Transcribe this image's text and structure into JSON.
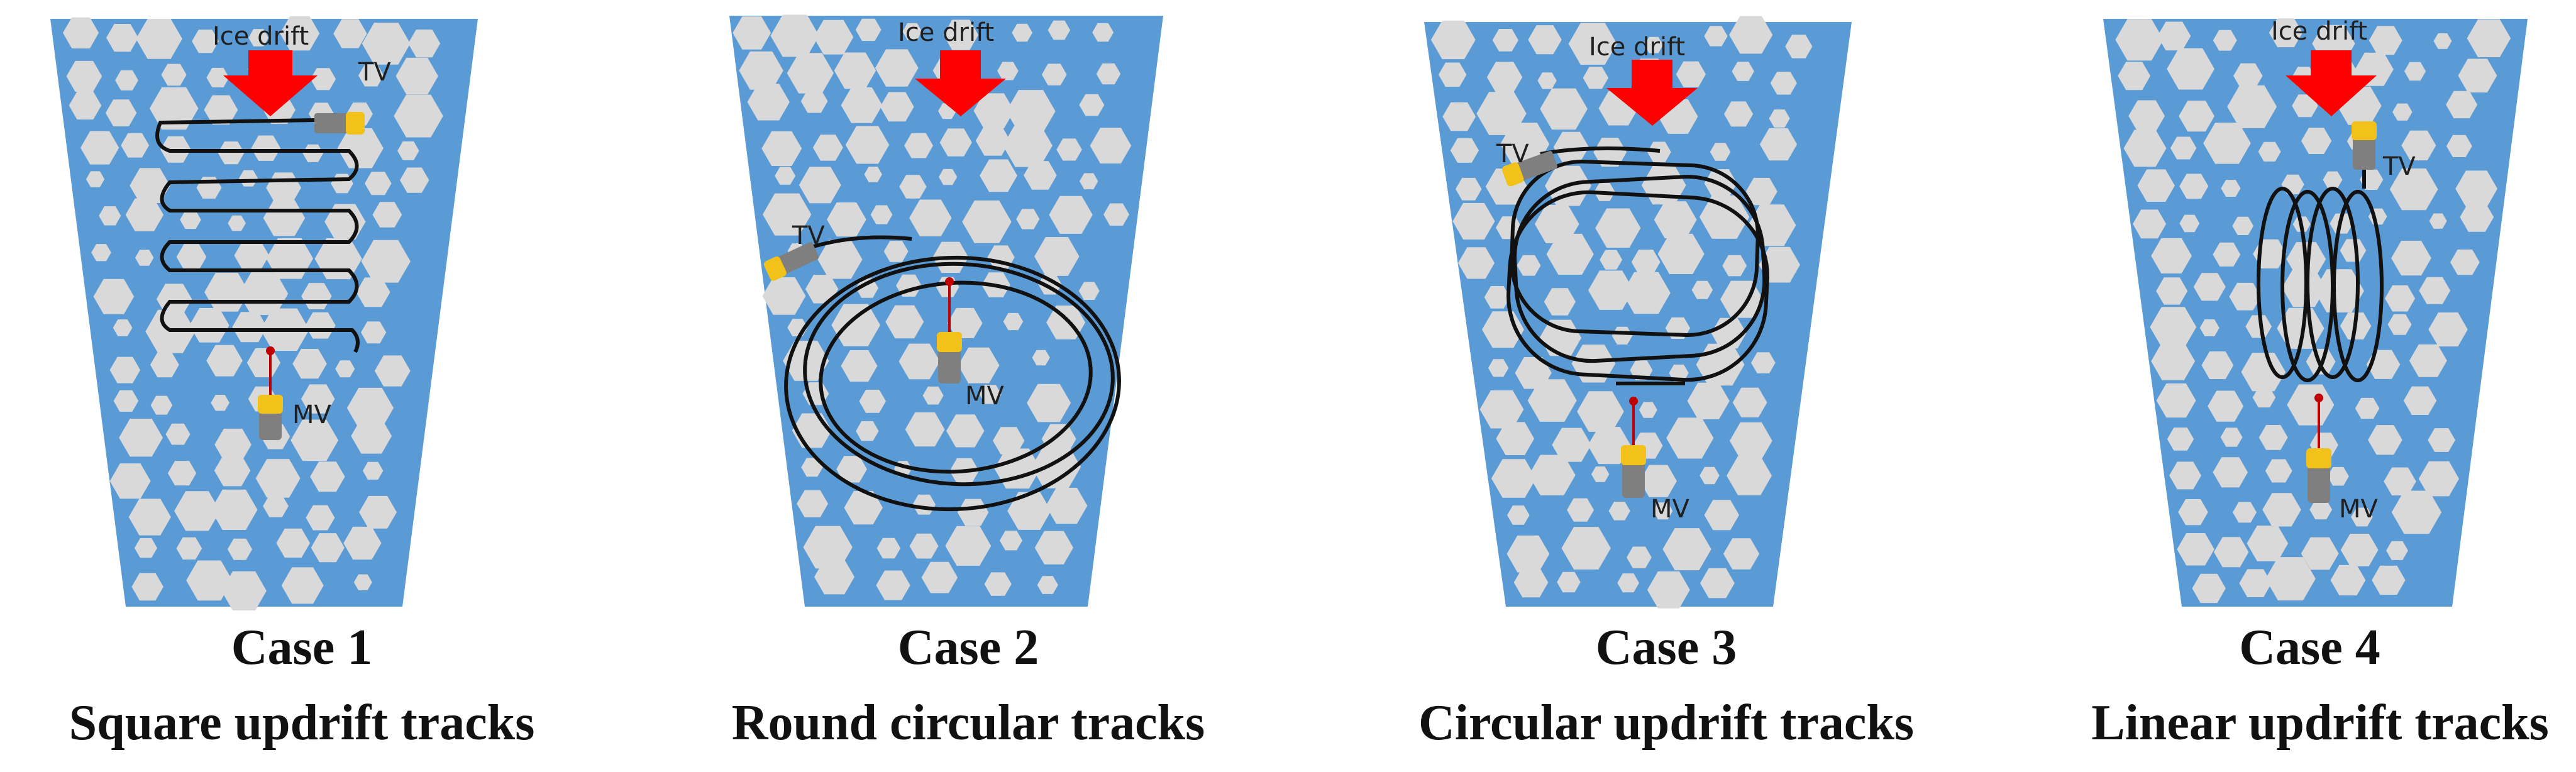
{
  "colors": {
    "water": "#5b9bd5",
    "ice_floe": "#d9d9d9",
    "drift_arrow": "#ff0000",
    "track": "#111111",
    "vessel": "#f3c21a",
    "vessel_body": "#7f7f7f",
    "tow_line": "#c00000"
  },
  "icons": {
    "vessel": "vessel-icon",
    "drift": "arrow-down-icon"
  },
  "panels": [
    {
      "drift_label": "Ice drift",
      "tv_label": "TV",
      "mv_label": "MV",
      "title": "Case 1",
      "subtitle": "Square updrift tracks"
    },
    {
      "drift_label": "Ice drift",
      "tv_label": "TV",
      "mv_label": "MV",
      "title": "Case 2",
      "subtitle": "Round circular tracks"
    },
    {
      "drift_label": "Ice drift",
      "tv_label": "TV",
      "mv_label": "MV",
      "title": "Case 3",
      "subtitle": "Circular updrift tracks"
    },
    {
      "drift_label": "Ice drift",
      "tv_label": "TV",
      "mv_label": "MV",
      "title": "Case 4",
      "subtitle": "Linear updrift tracks"
    }
  ]
}
